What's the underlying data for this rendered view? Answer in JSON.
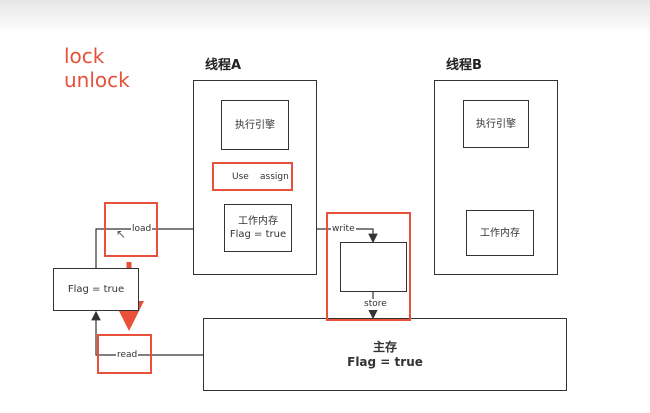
{
  "actions": {
    "lock": "lock",
    "unlock": "unlock"
  },
  "thread_a": {
    "title": "线程A",
    "exec_engine": "执行引擎",
    "use_label": "Use",
    "assign_label": "assign",
    "working_memory": "工作内存\nFlag = true"
  },
  "thread_b": {
    "title": "线程B",
    "exec_engine": "执行引擎",
    "working_memory": "工作内存"
  },
  "ops": {
    "load": "load",
    "read": "read",
    "write": "write",
    "store": "store"
  },
  "left_box": {
    "text": "Flag = true"
  },
  "main_memory": {
    "title": "主存",
    "value": "Flag = true"
  },
  "colors": {
    "highlight": "#e8503a",
    "line": "#333333"
  }
}
